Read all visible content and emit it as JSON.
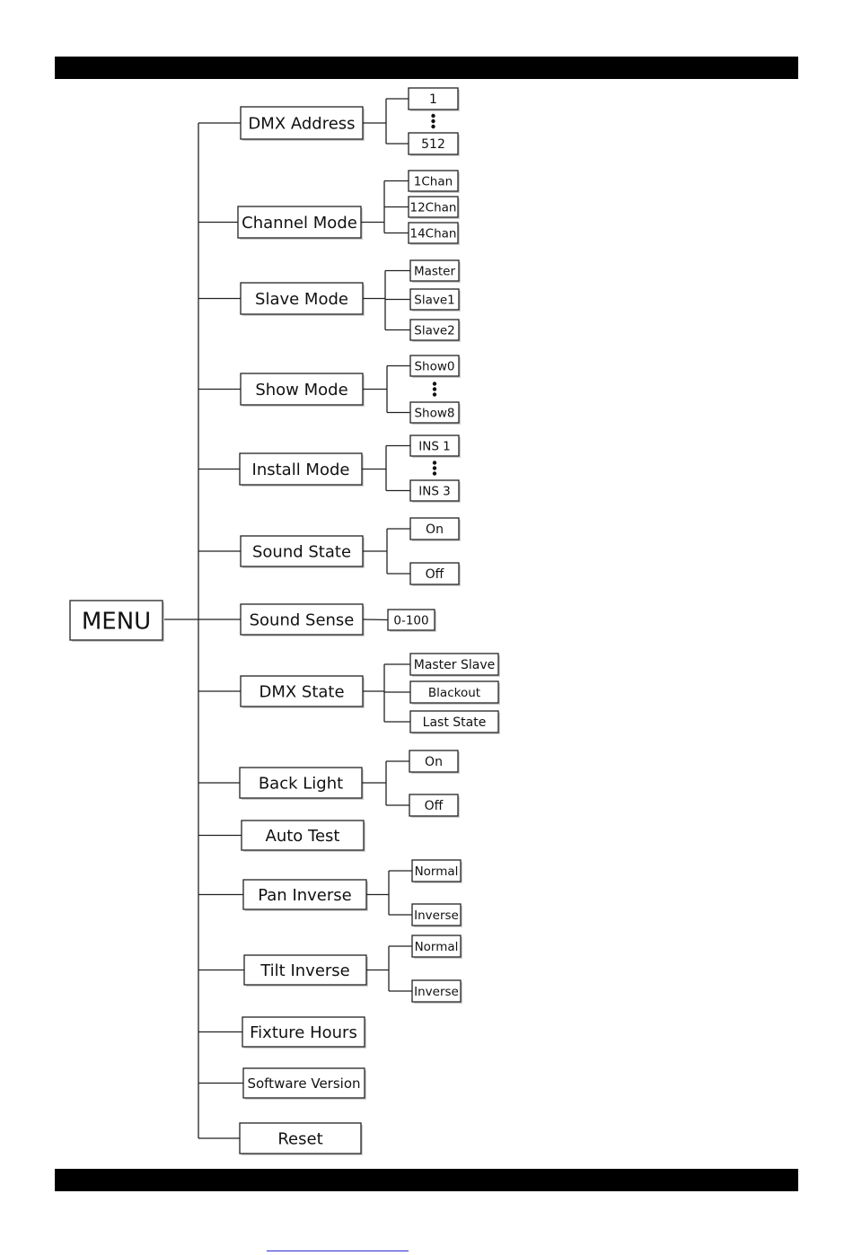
{
  "root": "MENU",
  "menu": [
    {
      "label": "DMX  Address",
      "options": [
        "1",
        "512"
      ],
      "ellipsis": true
    },
    {
      "label": "Channel Mode",
      "options": [
        "1Chan",
        "12Chan",
        "14Chan"
      ]
    },
    {
      "label": "Slave Mode",
      "options": [
        "Master",
        "Slave1",
        "Slave2"
      ]
    },
    {
      "label": "Show Mode",
      "options": [
        "Show0",
        "Show8"
      ],
      "ellipsis": true
    },
    {
      "label": "Install Mode",
      "options": [
        "INS 1",
        "INS 3"
      ],
      "ellipsis": true
    },
    {
      "label": "Sound State",
      "options": [
        "On",
        "Off"
      ]
    },
    {
      "label": "Sound Sense",
      "options": [
        "0-100"
      ]
    },
    {
      "label": "DMX State",
      "options": [
        "Master Slave",
        "Blackout",
        "Last State"
      ]
    },
    {
      "label": "Back Light",
      "options": [
        "On",
        "Off"
      ]
    },
    {
      "label": "Auto Test",
      "options": []
    },
    {
      "label": "Pan Inverse",
      "options": [
        "Normal",
        "Inverse"
      ]
    },
    {
      "label": "Tilt Inverse",
      "options": [
        "Normal",
        "Inverse"
      ]
    },
    {
      "label": "Fixture Hours",
      "options": []
    },
    {
      "label": "Software Version",
      "options": []
    },
    {
      "label": "Reset",
      "options": []
    }
  ]
}
